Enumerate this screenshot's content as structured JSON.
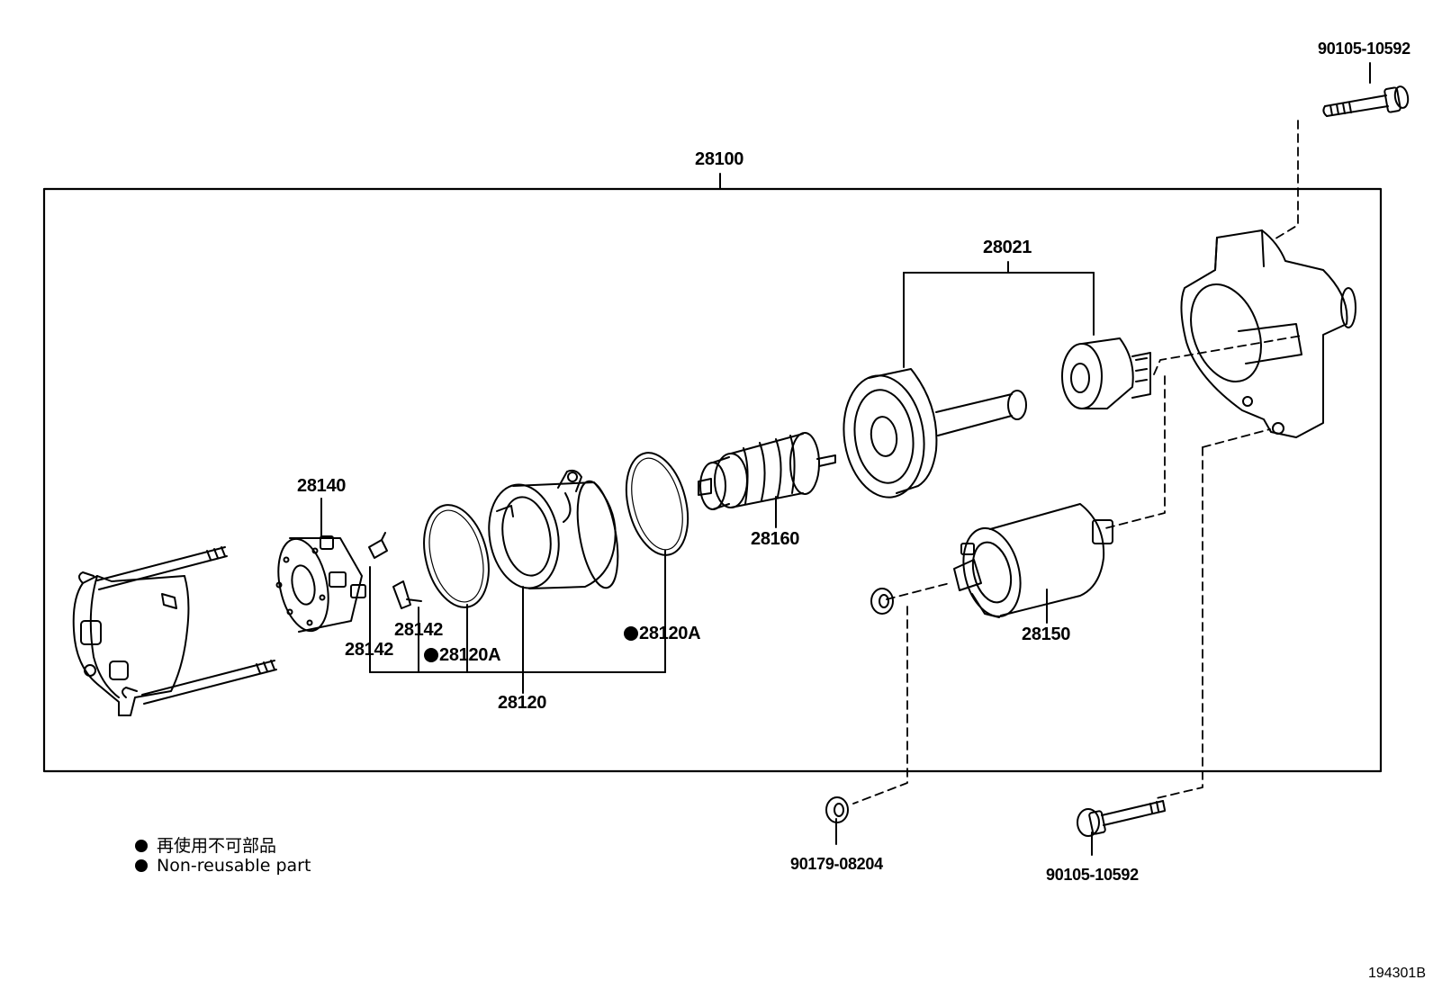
{
  "parts": {
    "assembly": "28100",
    "clutch_assy": "28021",
    "brush_holder": "28140",
    "brush_spring_a": "28142",
    "brush_spring_b": "28142",
    "yoke": "28120",
    "oring_a": "28120A",
    "oring_b": "28120A",
    "armature": "28160",
    "solenoid": "28150",
    "bolt_top": "90105-10592",
    "bolt_bottom": "90105-10592",
    "nut": "90179-08204"
  },
  "legend": {
    "line_jp": "再使用不可部品",
    "line_en": "Non-reusable part"
  },
  "diagram_code": "194301B",
  "colors": {
    "line": "#000000",
    "background": "#ffffff"
  }
}
